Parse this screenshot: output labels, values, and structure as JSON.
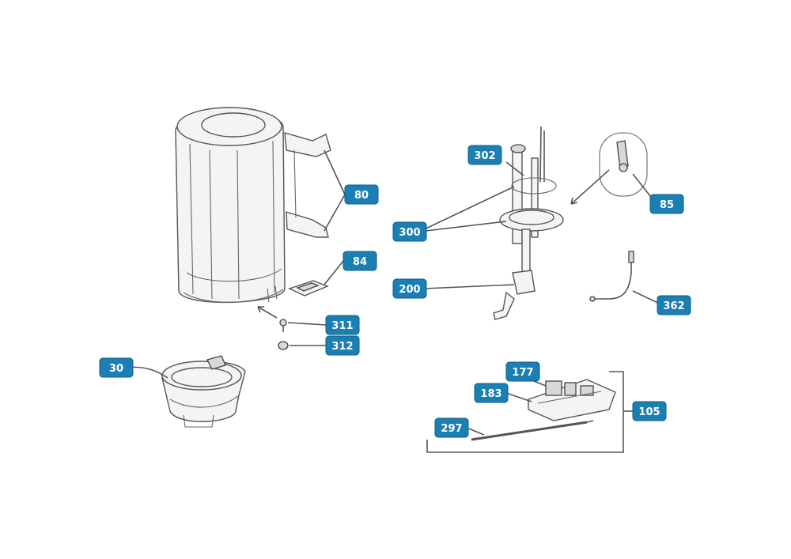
{
  "callouts": [
    {
      "id": "80",
      "label": "80"
    },
    {
      "id": "84",
      "label": "84"
    },
    {
      "id": "311",
      "label": "311"
    },
    {
      "id": "312",
      "label": "312"
    },
    {
      "id": "30",
      "label": "30"
    },
    {
      "id": "302",
      "label": "302"
    },
    {
      "id": "300",
      "label": "300"
    },
    {
      "id": "200",
      "label": "200"
    },
    {
      "id": "85",
      "label": "85"
    },
    {
      "id": "362",
      "label": "362"
    },
    {
      "id": "177",
      "label": "177"
    },
    {
      "id": "183",
      "label": "183"
    },
    {
      "id": "105",
      "label": "105"
    },
    {
      "id": "297",
      "label": "297"
    }
  ],
  "colors": {
    "badge": "#1b7fb3",
    "badge_text": "#ffffff",
    "line": "#555555"
  }
}
